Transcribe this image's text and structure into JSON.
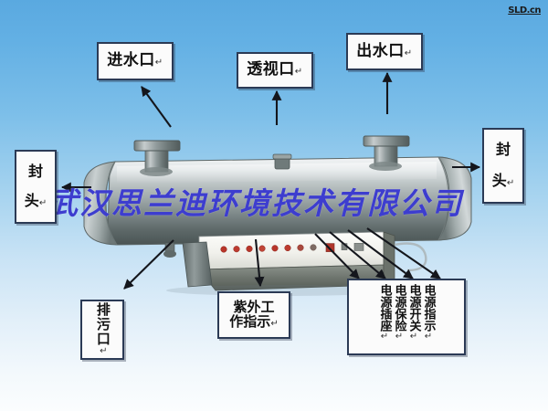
{
  "image": {
    "subject": "stainless-steel horizontal UV water sterilizer with labeled callouts",
    "background_top_color": "#5aa9e0",
    "background_bottom_color": "#fbfdfe"
  },
  "corner_logo": {
    "text": "SLD.cn"
  },
  "watermark": {
    "text": "武汉思兰迪环境技术有限公司",
    "color": "#3d3dcf"
  },
  "callouts": [
    {
      "id": "inlet",
      "name": "water-inlet",
      "text": "进水口",
      "return_mark": "↵",
      "orientation": "horizontal"
    },
    {
      "id": "sight-glass",
      "name": "sight-glass-port",
      "text": "透视口",
      "return_mark": "↵",
      "orientation": "horizontal"
    },
    {
      "id": "outlet",
      "name": "water-outlet",
      "text": "出水口",
      "return_mark": "↵",
      "orientation": "horizontal"
    },
    {
      "id": "head-left",
      "name": "end-cap-left",
      "char1": "封",
      "char2": "头",
      "return_mark": "↵",
      "orientation": "vertical"
    },
    {
      "id": "head-right",
      "name": "end-cap-right",
      "char1": "封",
      "char2": "头",
      "return_mark": "↵",
      "orientation": "vertical"
    },
    {
      "id": "drain",
      "name": "drain-outlet",
      "text": "排污口",
      "return_mark": "↵",
      "orientation": "vertical"
    },
    {
      "id": "uv-indicator",
      "name": "uv-operation-indicator",
      "line1": "紫外工",
      "line2": "作指示",
      "return_mark": "↵",
      "orientation": "two-line"
    }
  ],
  "panel_callout": {
    "name": "power-controls-group",
    "columns": [
      {
        "name": "power-indicator",
        "text": "电源指示",
        "return_mark": "↵"
      },
      {
        "name": "power-switch",
        "text": "电源开关",
        "return_mark": "↵"
      },
      {
        "name": "power-fuse",
        "text": "电源保险",
        "return_mark": "↵"
      },
      {
        "name": "power-socket",
        "text": "电源插座",
        "return_mark": "↵"
      }
    ]
  },
  "device": {
    "body_label": "cylindrical stainless vessel",
    "indicator_lights_count": 10,
    "indicator_light_color": "#c0392b",
    "port_count": 2
  }
}
